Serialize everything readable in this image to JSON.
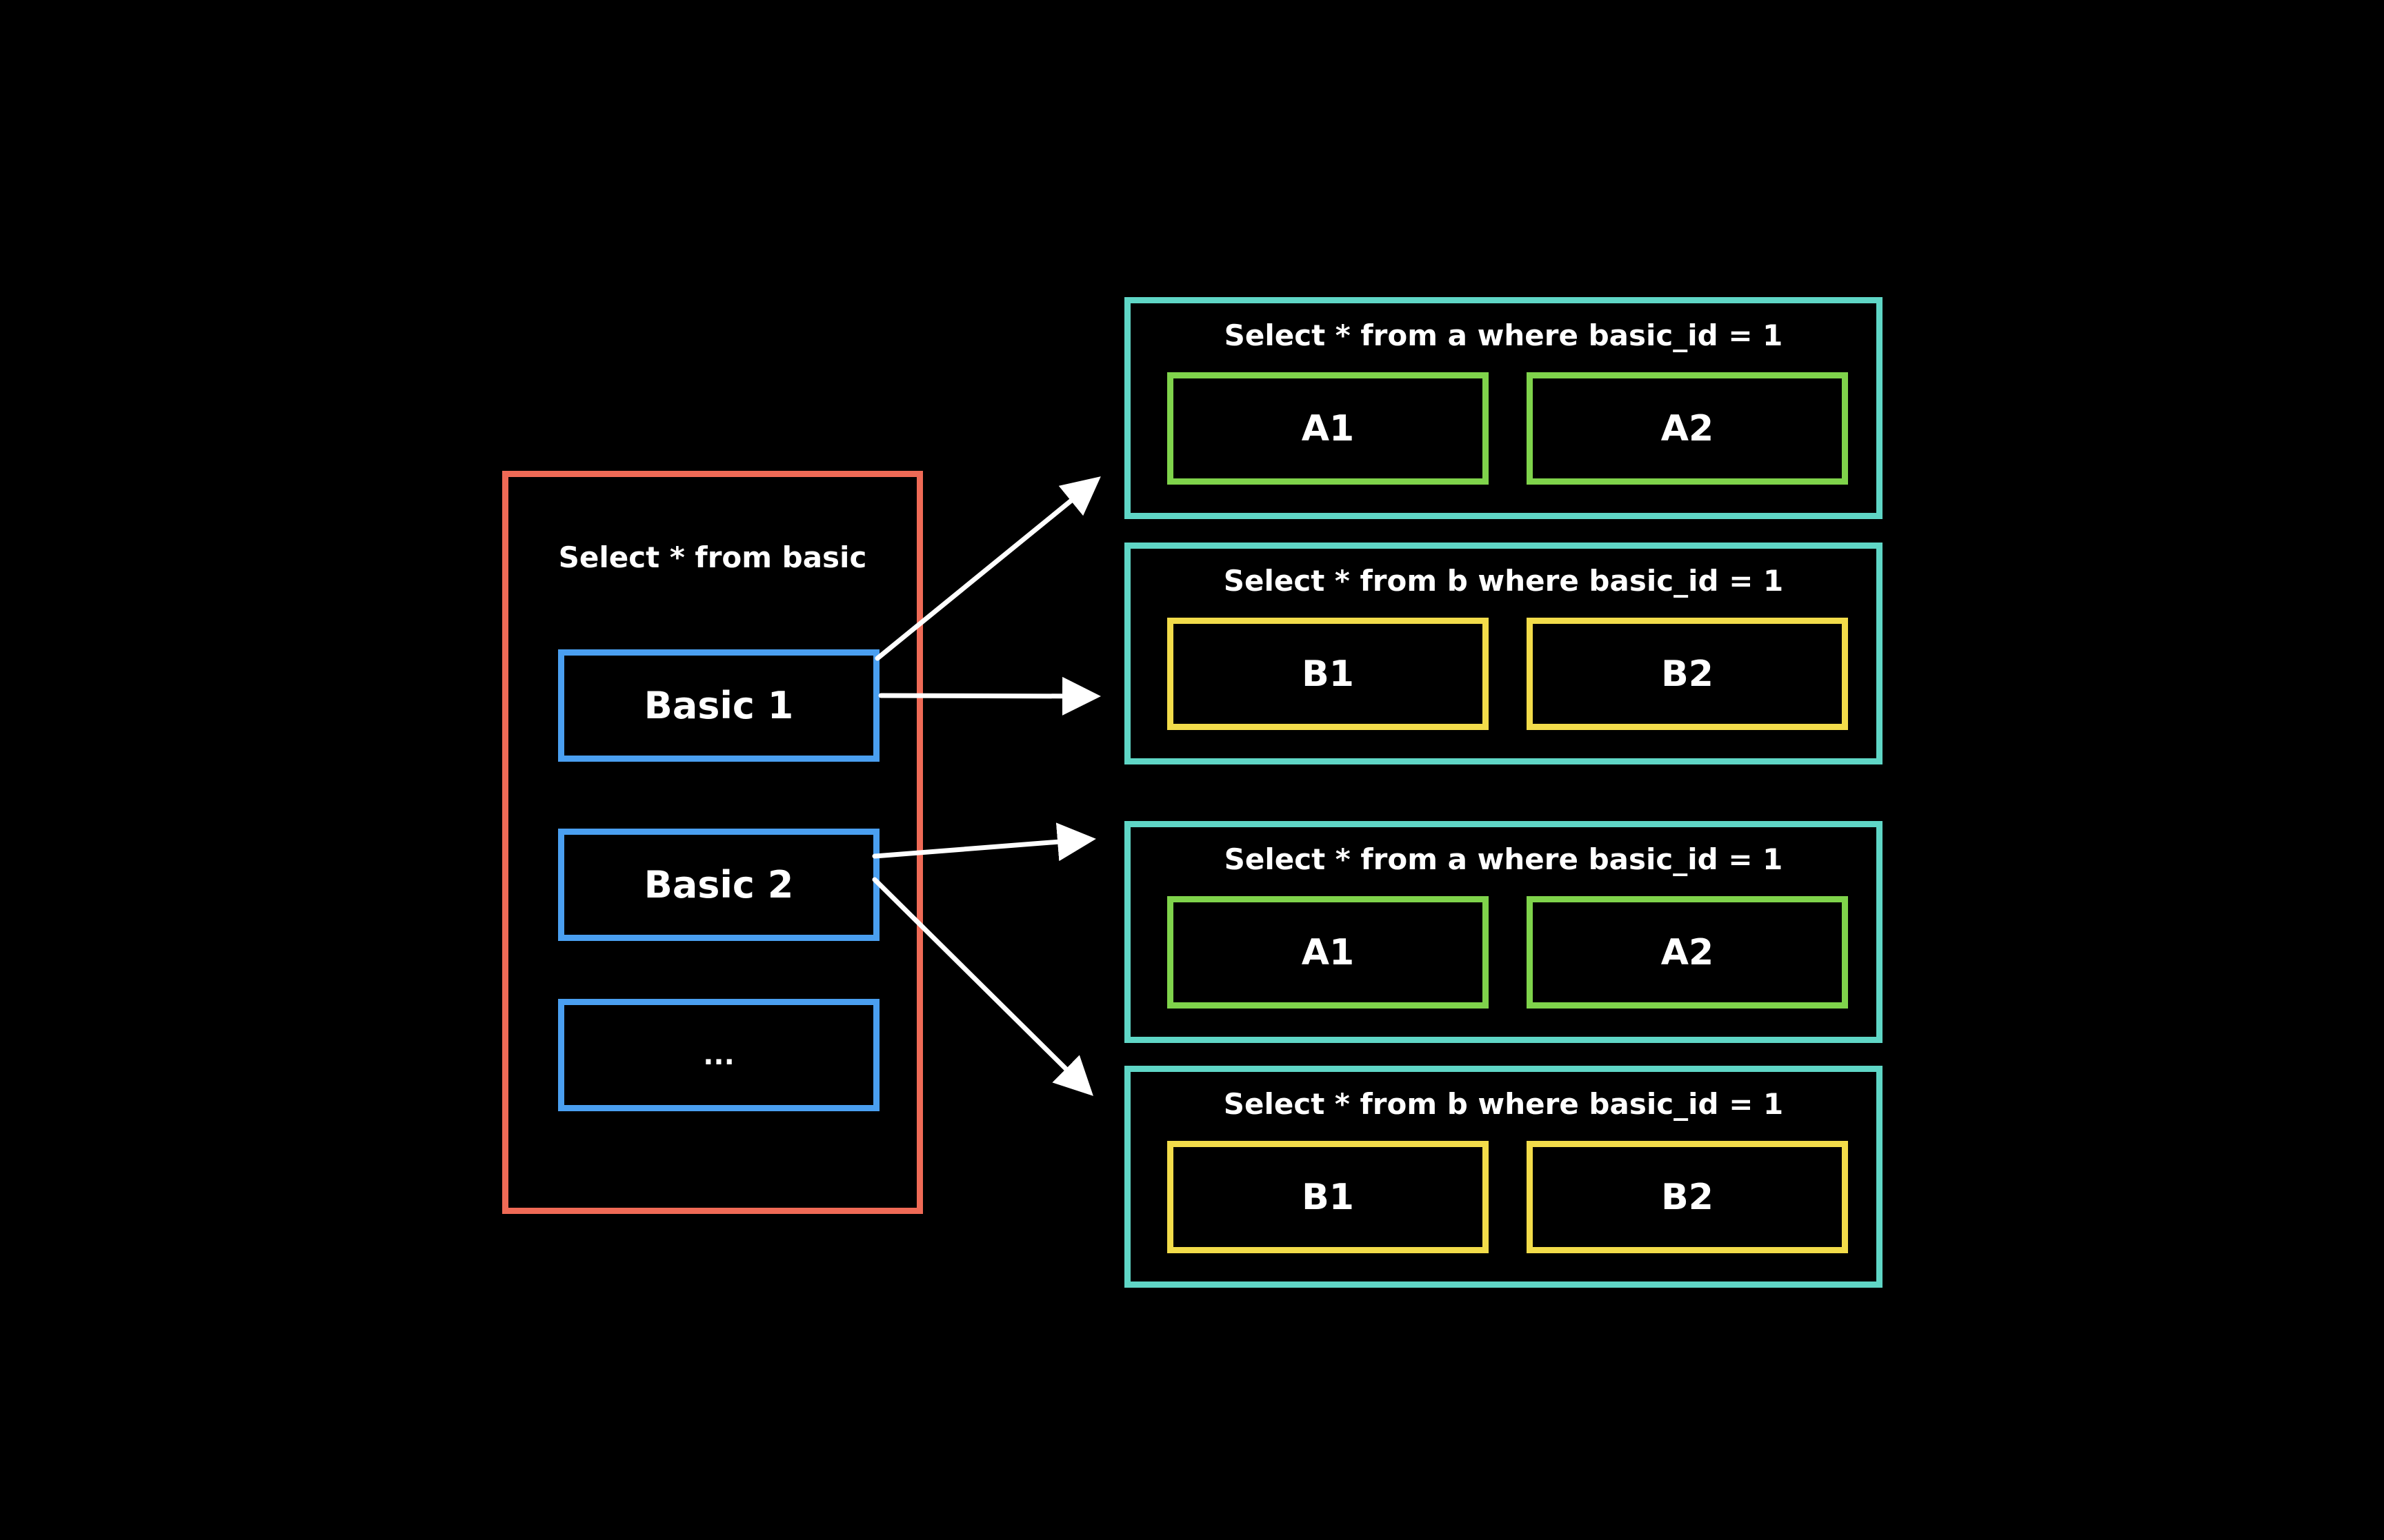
{
  "colors": {
    "background": "#000000",
    "container": "#ef6a56",
    "basic_item": "#4a9ff0",
    "group": "#5fd6c6",
    "table_a": "#7fd34b",
    "table_b": "#f2dc4a",
    "arrow": "#ffffff",
    "text": "#ffffff"
  },
  "basic": {
    "query": "Select * from basic",
    "items": [
      {
        "label": "Basic 1"
      },
      {
        "label": "Basic 2"
      },
      {
        "label": "..."
      }
    ]
  },
  "groups": [
    {
      "query": "Select * from a where basic_id = 1",
      "table": "a",
      "items": [
        "A1",
        "A2"
      ]
    },
    {
      "query": "Select * from b where basic_id = 1",
      "table": "b",
      "items": [
        "B1",
        "B2"
      ]
    },
    {
      "query": "Select * from a where basic_id = 1",
      "table": "a",
      "items": [
        "A1",
        "A2"
      ]
    },
    {
      "query": "Select * from b where basic_id = 1",
      "table": "b",
      "items": [
        "B1",
        "B2"
      ]
    }
  ],
  "arrows": [
    {
      "from": "Basic 1",
      "to_group": 1
    },
    {
      "from": "Basic 1",
      "to_group": 2
    },
    {
      "from": "Basic 2",
      "to_group": 3
    },
    {
      "from": "Basic 2",
      "to_group": 4
    }
  ]
}
